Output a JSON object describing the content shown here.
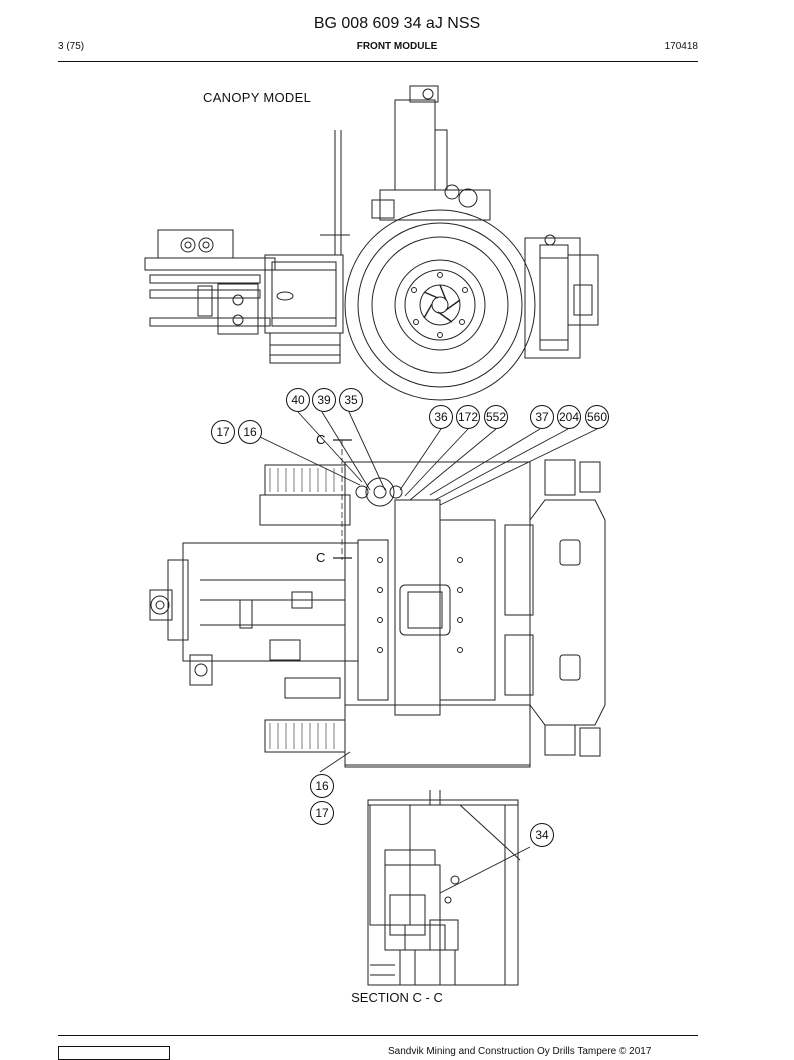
{
  "header": {
    "doc_title": "BG 008 609 34 aJ NSS",
    "page": "3 (75)",
    "section": "FRONT MODULE",
    "date": "170418"
  },
  "labels": {
    "canopy_model": "CANOPY  MODEL",
    "section_cc": "SECTION C - C",
    "cut_mark_top": "C",
    "cut_mark_bottom": "C"
  },
  "callouts": {
    "c40": "40",
    "c39": "39",
    "c35": "35",
    "c36": "36",
    "c172": "172",
    "c552": "552",
    "c37": "37",
    "c204": "204",
    "c560": "560",
    "c17a": "17",
    "c16a": "16",
    "c16b": "16",
    "c17b": "17",
    "c34": "34"
  },
  "footer": {
    "copyright": "Sandvik Mining and Construction Oy Drills Tampere © 2017"
  }
}
